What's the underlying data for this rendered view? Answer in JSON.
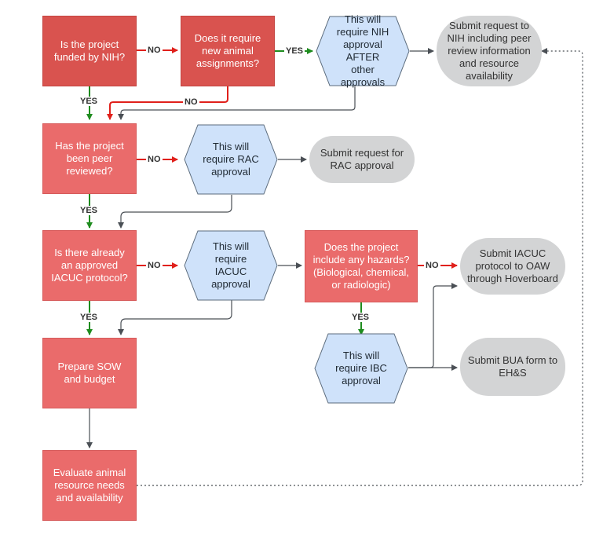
{
  "nodes": {
    "nih_funded": "Is the project funded by NIH?",
    "new_animal": "Does it require new animal assignments?",
    "nih_after": "This will require NIH approval AFTER other approvals",
    "submit_nih": "Submit request to NIH including peer review information and resource availability",
    "peer_reviewed": "Has the project been peer reviewed?",
    "rac_approval": "This will require RAC approval",
    "submit_rac": "Submit request for RAC approval",
    "iacuc_exists": "Is there already an approved IACUC protocol?",
    "iacuc_approval": "This will require IACUC approval",
    "hazards": "Does the project include any hazards? (Biological, chemical, or radiologic)",
    "submit_iacuc": "Submit IACUC protocol to OAW through Hoverboard",
    "ibc_approval": "This will require IBC approval",
    "submit_bua": "Submit BUA form to EH&S",
    "prepare_sow": "Prepare SOW and budget",
    "evaluate": "Evaluate animal resource needs and availability"
  },
  "labels": {
    "no": "NO",
    "yes": "YES"
  },
  "colors": {
    "question_dark": "#d9534f",
    "question_light": "#ea6b6b",
    "hexagon_fill": "#cfe2fa",
    "hexagon_stroke": "#5b6b7c",
    "terminal_fill": "#d3d4d5",
    "no_arrow": "#e0201b",
    "yes_arrow": "#1f8c1f",
    "neutral_arrow": "#4a4f55"
  }
}
